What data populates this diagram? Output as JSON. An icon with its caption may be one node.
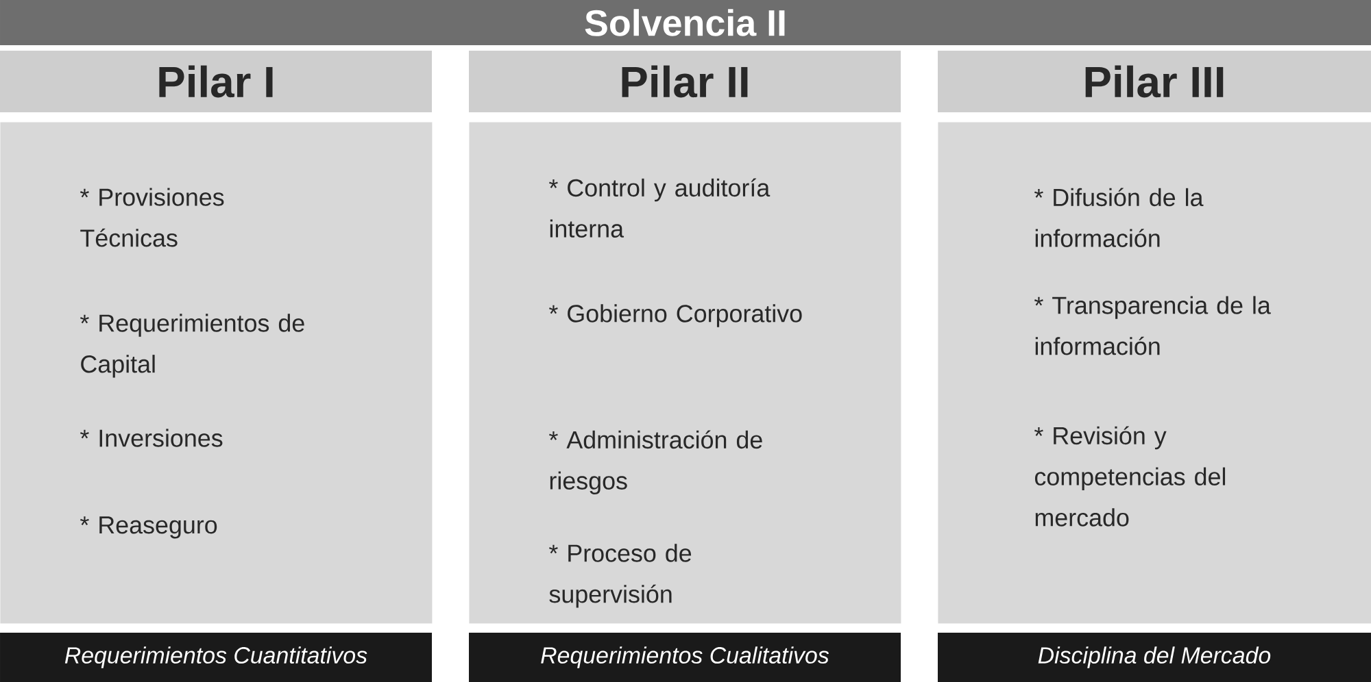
{
  "diagram": {
    "title": "Solvencia II",
    "nodes": [
      {
        "text": [
          "Pilar I"
        ]
      },
      {
        "text": [
          "* Provisiones Técnicas",
          "* Requerimientos de Capital",
          "* Inversiones",
          "* Reaseguro"
        ]
      },
      {
        "text": [
          "Requerimientos Cuantitativos"
        ]
      },
      {
        "text": [
          "Pilar II"
        ]
      },
      {
        "text": [
          "* Control y auditoría interna",
          "* Gobierno Corporativo",
          "* Administración de riesgos",
          "* Proceso de supervisión"
        ]
      },
      {
        "text": [
          "Requerimientos Cualitativos"
        ]
      },
      {
        "text": [
          "Pilar III"
        ]
      },
      {
        "text": [
          "* Difusión de la información",
          "* Transparencia de la información",
          "* Revisión y competencias del mercado"
        ]
      },
      {
        "text": [
          "Disciplina del Mercado"
        ]
      }
    ]
  }
}
